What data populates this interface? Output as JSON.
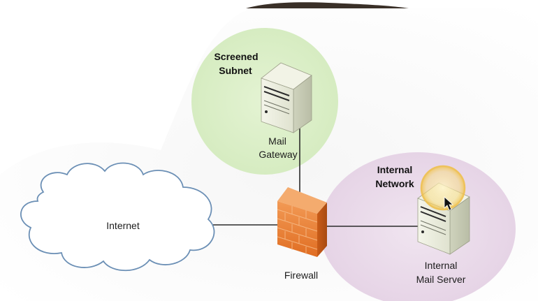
{
  "diagram": {
    "zones": {
      "screened_subnet": {
        "line1": "Screened",
        "line2": "Subnet"
      },
      "internal_network": {
        "line1": "Internal",
        "line2": "Network"
      }
    },
    "nodes": {
      "internet": {
        "label": "Internet"
      },
      "firewall": {
        "label": "Firewall"
      },
      "mail_gateway": {
        "line1": "Mail",
        "line2": "Gateway"
      },
      "internal_mail_server": {
        "line1": "Internal",
        "line2": "Mail Server"
      }
    },
    "links": [
      {
        "from": "internet",
        "to": "firewall"
      },
      {
        "from": "firewall",
        "to": "mail_gateway"
      },
      {
        "from": "firewall",
        "to": "internal_mail_server"
      }
    ],
    "colors": {
      "screened_zone": "#dcefc9",
      "internal_zone": "#eadbea",
      "cloud_stroke": "#6b8fb5",
      "firewall": "#e8752a",
      "server_body": "#e9ecda",
      "cursor_highlight": "#f3cf62"
    },
    "icons": [
      "cloud-icon",
      "firewall-icon",
      "server-icon",
      "cursor-icon"
    ]
  }
}
